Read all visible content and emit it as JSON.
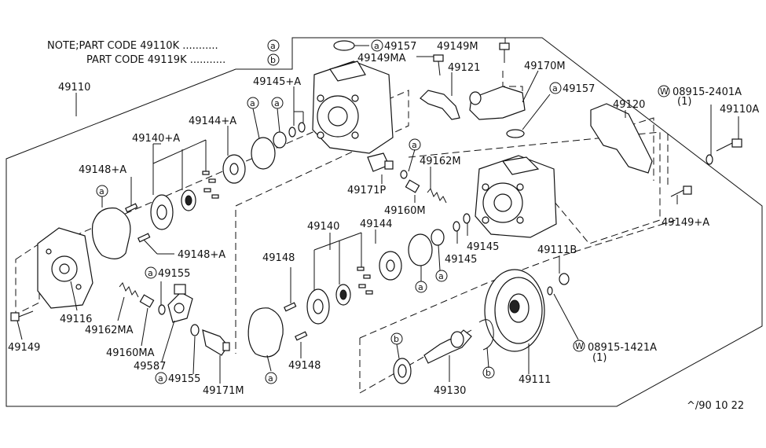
{
  "notes": {
    "line1": "NOTE;PART CODE 49110K ...........",
    "line2": "PART CODE 49119K ...........",
    "mark_a": "a",
    "mark_b": "b"
  },
  "labels": {
    "p49110": "49110",
    "p49157_top": "49157",
    "p49149M": "49149M",
    "p49149MA": "49149MA",
    "p49121": "49121",
    "p49170M": "49170M",
    "p49157_right": "49157",
    "p08915_2401A": "08915-2401A",
    "p08915_2401A_qty": "(1)",
    "p49110A": "49110A",
    "p49120": "49120",
    "p49145A": "49145+A",
    "p49144A": "49144+A",
    "p49140A": "49140+A",
    "p49148A_top": "49148+A",
    "p49148A_bottom": "49148+A",
    "p49171P": "49171P",
    "p49162M": "49162M",
    "p49160M": "49160M",
    "p49149A": "49149+A",
    "p49140": "49140",
    "p49144": "49144",
    "p49148_left": "49148",
    "p49145_a": "49145",
    "p49145_b": "49145",
    "p49111B": "49111B",
    "p49155_top": "49155",
    "p49162MA": "49162MA",
    "p49116": "49116",
    "p49149": "49149",
    "p49160MA": "49160MA",
    "p49587": "49587",
    "p49155_bottom": "49155",
    "p49171M": "49171M",
    "p49148_bottom": "49148",
    "p49130": "49130",
    "p49111": "49111",
    "p08915_1421A": "08915-1421A",
    "p08915_1421A_qty": "(1)",
    "washer_mark": "W",
    "footer_code": "^/90 10 22"
  }
}
